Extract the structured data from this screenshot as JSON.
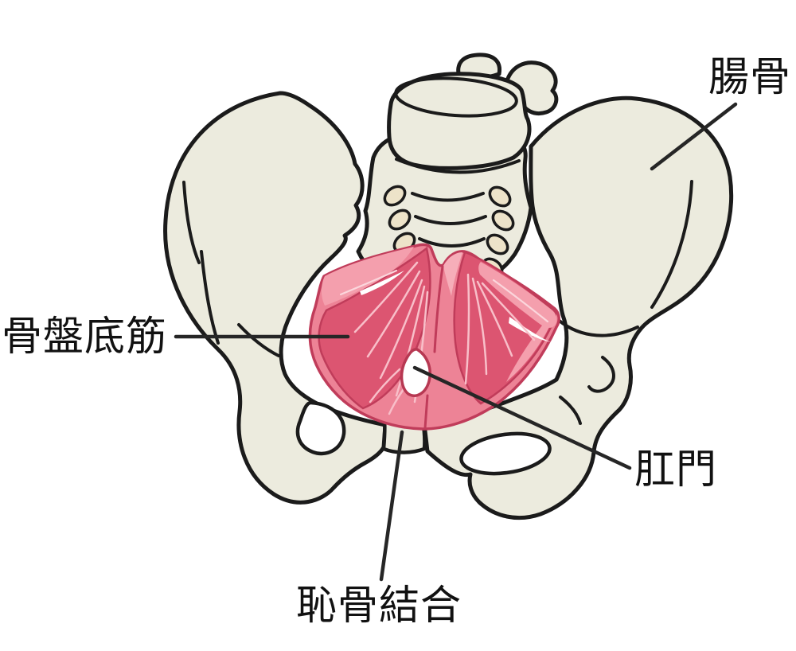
{
  "page": {
    "background": "#ffffff"
  },
  "colors": {
    "bone-fill": "#ecebde",
    "bone-outline": "#1b1b1b",
    "foramen-fill": "#ede3c9",
    "muscle-base": "#ed8396",
    "muscle-dark": "#dc5571",
    "muscle-light": "#f49fad",
    "muscle-pale": "#f6aeb9",
    "muscle-outline": "#c03c5a",
    "striation": "#f8bfc9",
    "striation-light": "#fbd6dc",
    "anus-fill": "#ffffff",
    "anus-outline": "#b73852",
    "leader": "#262626",
    "label": "#111111"
  },
  "labels": {
    "ilium": "腸骨",
    "pelvic_floor": "骨盤底筋",
    "anus": "肛門",
    "pubic_symphysis": "恥骨結合"
  }
}
